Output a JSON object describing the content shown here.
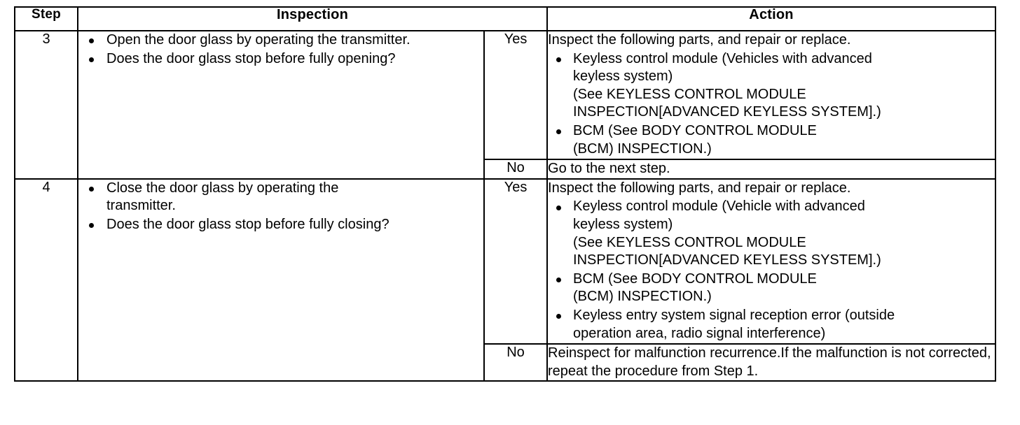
{
  "document": {
    "type": "diagnostic-troubleshooting-table",
    "columns": {
      "step": "Step",
      "inspection": "Inspection",
      "result": "",
      "action": "Action"
    }
  },
  "table": {
    "headers": {
      "step": "Step",
      "inspection": "Inspection",
      "action": "Action"
    },
    "rows": [
      {
        "step": "3",
        "inspection_bullets": [
          {
            "lines": [
              "Open the door glass by operating the transmitter."
            ]
          },
          {
            "lines": [
              "Does the door glass stop before fully opening?"
            ]
          }
        ],
        "results": [
          {
            "label": "Yes",
            "intro": "Inspect the following parts, and repair or replace.",
            "bullets": [
              {
                "lines": [
                  "Keyless control module (Vehicles with advanced",
                  "keyless system)",
                  "(See KEYLESS CONTROL MODULE",
                  "INSPECTION[ADVANCED KEYLESS SYSTEM].)"
                ]
              },
              {
                "lines": [
                  "BCM (See BODY CONTROL MODULE",
                  "(BCM) INSPECTION.)"
                ]
              }
            ],
            "plain": ""
          },
          {
            "label": "No",
            "intro": "",
            "bullets": [],
            "plain": "Go to the next step."
          }
        ]
      },
      {
        "step": "4",
        "inspection_bullets": [
          {
            "lines": [
              "Close the door glass by operating the",
              "transmitter."
            ]
          },
          {
            "lines": [
              "Does the door glass stop before fully closing?"
            ]
          }
        ],
        "results": [
          {
            "label": "Yes",
            "intro": "Inspect the following parts, and repair or replace.",
            "bullets": [
              {
                "lines": [
                  "Keyless control module (Vehicle with advanced",
                  "keyless system)",
                  "(See KEYLESS CONTROL MODULE",
                  "INSPECTION[ADVANCED KEYLESS SYSTEM].)"
                ]
              },
              {
                "lines": [
                  "BCM (See BODY CONTROL MODULE",
                  "(BCM) INSPECTION.)"
                ]
              },
              {
                "lines": [
                  "Keyless entry system signal reception error (outside",
                  "operation area, radio signal interference)"
                ]
              }
            ],
            "plain": ""
          },
          {
            "label": "No",
            "intro": "",
            "bullets": [],
            "plain": "Reinspect for malfunction recurrence.If the malfunction is not corrected, repeat the procedure from Step 1."
          }
        ]
      }
    ]
  },
  "colors": {
    "border": "#000000",
    "text": "#000000",
    "background": "#ffffff"
  }
}
